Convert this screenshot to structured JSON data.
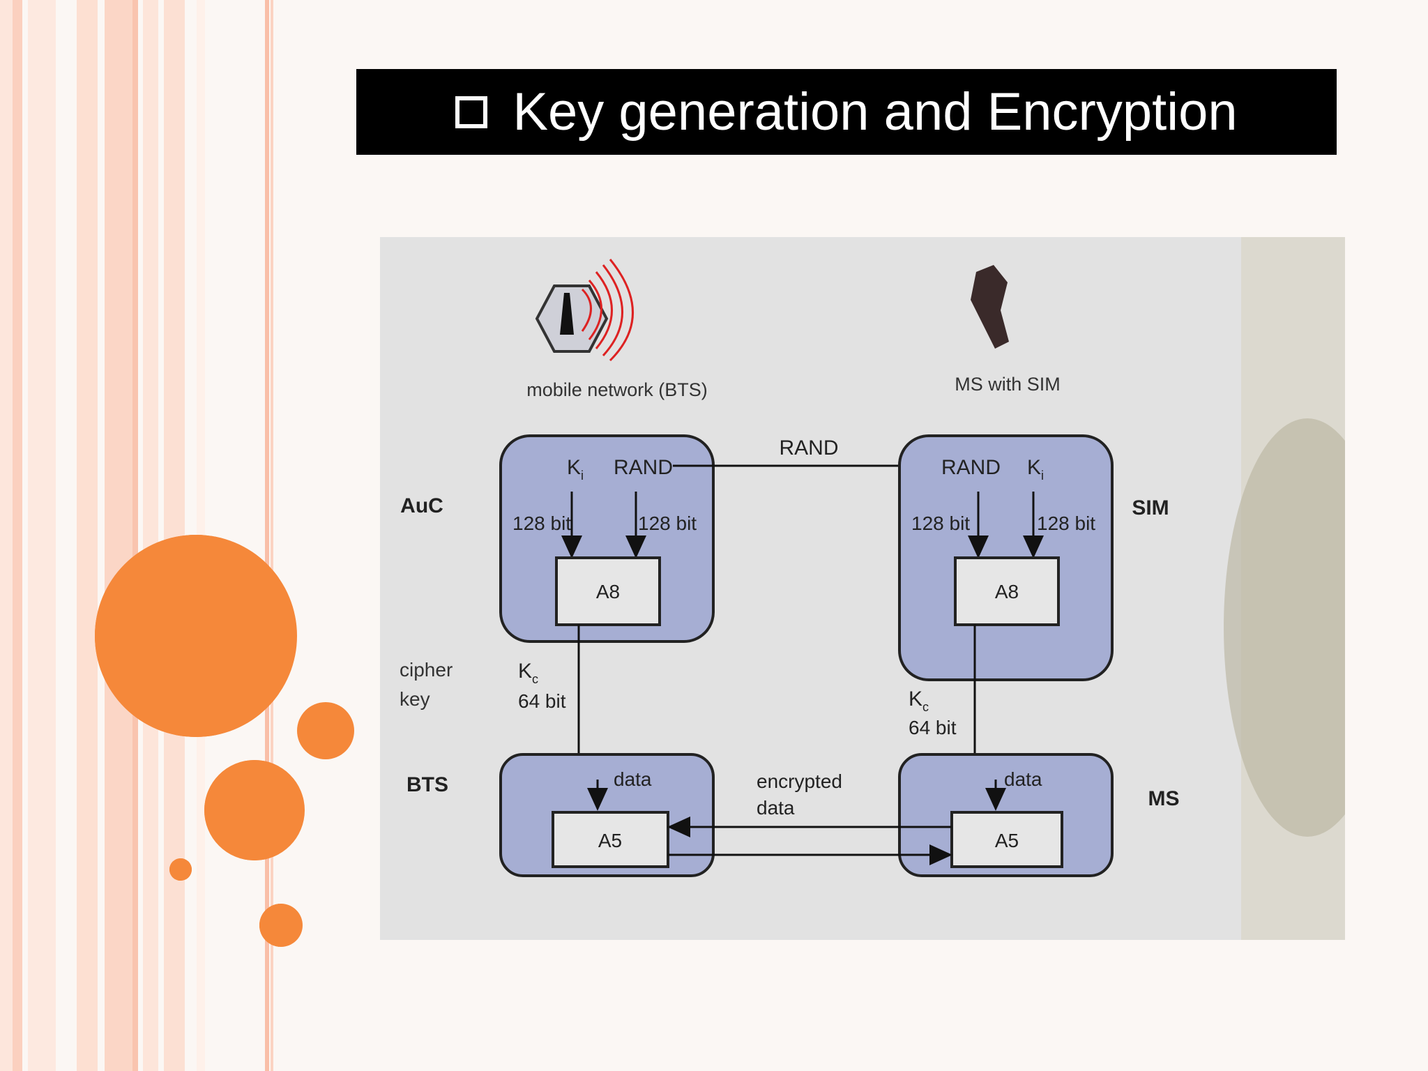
{
  "slide": {
    "title": "Key generation and Encryption"
  },
  "diagram": {
    "network_label": "mobile network (BTS)",
    "ms_label": "MS with SIM",
    "auc": {
      "side_label": "AuC",
      "ki": "K",
      "ki_sub": "i",
      "rand": "RAND",
      "bits_left": "128 bit",
      "bits_right": "128 bit",
      "algo": "A8"
    },
    "sim": {
      "side_label": "SIM",
      "rand": "RAND",
      "ki": "K",
      "ki_sub": "i",
      "bits_left": "128 bit",
      "bits_right": "128 bit",
      "algo": "A8"
    },
    "rand_transfer": "RAND",
    "cipher_key_line1": "cipher",
    "cipher_key_line2": "key",
    "kc_left": "K",
    "kc_left_sub": "c",
    "kc_left_bits": "64 bit",
    "kc_right": "K",
    "kc_right_sub": "c",
    "kc_right_bits": "64 bit",
    "bts": {
      "side_label": "BTS",
      "data": "data",
      "algo": "A5"
    },
    "ms": {
      "side_label": "MS",
      "data": "data",
      "algo": "A5"
    },
    "encrypted_line1": "encrypted",
    "encrypted_line2": "data"
  },
  "colors": {
    "orange": "#f5883a",
    "box_fill": "#a6aed3",
    "diagram_bg": "#e2e2e2",
    "title_bg": "#000000"
  }
}
